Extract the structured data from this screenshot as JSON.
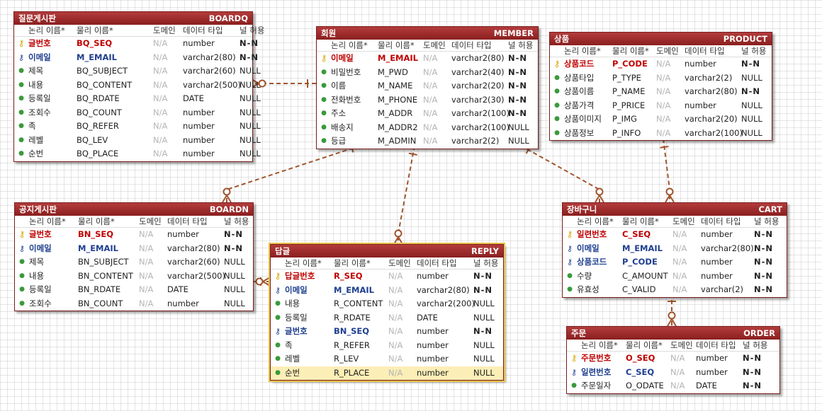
{
  "colors": {
    "header": "#9b2a2a",
    "relation": "#a0552d",
    "pk": "#c00000",
    "fk": "#1f3f8f"
  },
  "column_headers": [
    "논리 이름*",
    "물리 이름*",
    "도메인",
    "데이터 타입",
    "널 허용"
  ],
  "tables": [
    {
      "id": "boardq",
      "logical": "질문게시판",
      "physical": "BOARDQ",
      "rows": [
        {
          "icon": "key-icon",
          "logical": "글번호",
          "physical": "BQ_SEQ",
          "domain": "N/A",
          "type": "number",
          "nullable": "N-N",
          "style": "pk"
        },
        {
          "icon": "foreign-key-icon",
          "logical": "이메일",
          "physical": "M_EMAIL",
          "domain": "N/A",
          "type": "varchar2(80)",
          "nullable": "N-N",
          "style": "fk"
        },
        {
          "icon": "attribute-icon",
          "logical": "제목",
          "physical": "BQ_SUBJECT",
          "domain": "N/A",
          "type": "varchar2(60)",
          "nullable": "NULL",
          "style": ""
        },
        {
          "icon": "attribute-icon",
          "logical": "내용",
          "physical": "BQ_CONTENT",
          "domain": "N/A",
          "type": "varchar2(500)",
          "nullable": "NULL",
          "style": ""
        },
        {
          "icon": "attribute-icon",
          "logical": "등록일",
          "physical": "BQ_RDATE",
          "domain": "N/A",
          "type": "DATE",
          "nullable": "NULL",
          "style": ""
        },
        {
          "icon": "attribute-icon",
          "logical": "조회수",
          "physical": "BQ_COUNT",
          "domain": "N/A",
          "type": "number",
          "nullable": "NULL",
          "style": ""
        },
        {
          "icon": "attribute-icon",
          "logical": "족",
          "physical": "BQ_REFER",
          "domain": "N/A",
          "type": "number",
          "nullable": "NULL",
          "style": ""
        },
        {
          "icon": "attribute-icon",
          "logical": "레벨",
          "physical": "BQ_LEV",
          "domain": "N/A",
          "type": "number",
          "nullable": "NULL",
          "style": ""
        },
        {
          "icon": "attribute-icon",
          "logical": "순번",
          "physical": "BQ_PLACE",
          "domain": "N/A",
          "type": "number",
          "nullable": "NULL",
          "style": ""
        }
      ]
    },
    {
      "id": "member",
      "logical": "회원",
      "physical": "MEMBER",
      "rows": [
        {
          "icon": "key-icon",
          "logical": "이메일",
          "physical": "M_EMAIL",
          "domain": "N/A",
          "type": "varchar2(80)",
          "nullable": "N-N",
          "style": "pk"
        },
        {
          "icon": "attribute-icon",
          "logical": "비밀번호",
          "physical": "M_PWD",
          "domain": "N/A",
          "type": "varchar2(40)",
          "nullable": "N-N",
          "style": ""
        },
        {
          "icon": "attribute-icon",
          "logical": "이름",
          "physical": "M_NAME",
          "domain": "N/A",
          "type": "varchar2(20)",
          "nullable": "N-N",
          "style": ""
        },
        {
          "icon": "attribute-icon",
          "logical": "전화번호",
          "physical": "M_PHONE",
          "domain": "N/A",
          "type": "varchar2(30)",
          "nullable": "N-N",
          "style": ""
        },
        {
          "icon": "attribute-icon",
          "logical": "주소",
          "physical": "M_ADDR",
          "domain": "N/A",
          "type": "varchar2(100)",
          "nullable": "N-N",
          "style": ""
        },
        {
          "icon": "attribute-icon",
          "logical": "배송지",
          "physical": "M_ADDR2",
          "domain": "N/A",
          "type": "varchar2(100)",
          "nullable": "NULL",
          "style": ""
        },
        {
          "icon": "attribute-icon",
          "logical": "등급",
          "physical": "M_ADMIN",
          "domain": "N/A",
          "type": "varchar2(2)",
          "nullable": "NULL",
          "style": ""
        }
      ]
    },
    {
      "id": "product",
      "logical": "상품",
      "physical": "PRODUCT",
      "rows": [
        {
          "icon": "key-icon",
          "logical": "상품코드",
          "physical": "P_CODE",
          "domain": "N/A",
          "type": "number",
          "nullable": "N-N",
          "style": "pk"
        },
        {
          "icon": "attribute-icon",
          "logical": "상품타입",
          "physical": "P_TYPE",
          "domain": "N/A",
          "type": "varchar2(2)",
          "nullable": "NULL",
          "style": ""
        },
        {
          "icon": "attribute-icon",
          "logical": "상품이름",
          "physical": "P_NAME",
          "domain": "N/A",
          "type": "varchar2(80)",
          "nullable": "N-N",
          "style": ""
        },
        {
          "icon": "attribute-icon",
          "logical": "상품가격",
          "physical": "P_PRICE",
          "domain": "N/A",
          "type": "number",
          "nullable": "NULL",
          "style": ""
        },
        {
          "icon": "attribute-icon",
          "logical": "상품이미지",
          "physical": "P_IMG",
          "domain": "N/A",
          "type": "varchar2(20)",
          "nullable": "NULL",
          "style": ""
        },
        {
          "icon": "attribute-icon",
          "logical": "상품정보",
          "physical": "P_INFO",
          "domain": "N/A",
          "type": "varchar2(100)",
          "nullable": "NULL",
          "style": ""
        }
      ]
    },
    {
      "id": "boardn",
      "logical": "공지게시판",
      "physical": "BOARDN",
      "rows": [
        {
          "icon": "key-icon",
          "logical": "글번호",
          "physical": "BN_SEQ",
          "domain": "N/A",
          "type": "number",
          "nullable": "N-N",
          "style": "pk"
        },
        {
          "icon": "foreign-key-icon",
          "logical": "이메일",
          "physical": "M_EMAIL",
          "domain": "N/A",
          "type": "varchar2(80)",
          "nullable": "N-N",
          "style": "fk"
        },
        {
          "icon": "attribute-icon",
          "logical": "제목",
          "physical": "BN_SUBJECT",
          "domain": "N/A",
          "type": "varchar2(60)",
          "nullable": "NULL",
          "style": ""
        },
        {
          "icon": "attribute-icon",
          "logical": "내용",
          "physical": "BN_CONTENT",
          "domain": "N/A",
          "type": "varchar2(500)",
          "nullable": "NULL",
          "style": ""
        },
        {
          "icon": "attribute-icon",
          "logical": "등록일",
          "physical": "BN_RDATE",
          "domain": "N/A",
          "type": "DATE",
          "nullable": "NULL",
          "style": ""
        },
        {
          "icon": "attribute-icon",
          "logical": "조회수",
          "physical": "BN_COUNT",
          "domain": "N/A",
          "type": "number",
          "nullable": "NULL",
          "style": ""
        }
      ]
    },
    {
      "id": "reply",
      "logical": "답글",
      "physical": "REPLY",
      "rows": [
        {
          "icon": "key-icon",
          "logical": "답글번호",
          "physical": "R_SEQ",
          "domain": "N/A",
          "type": "number",
          "nullable": "N-N",
          "style": "pk"
        },
        {
          "icon": "foreign-key-icon",
          "logical": "이메일",
          "physical": "M_EMAIL",
          "domain": "N/A",
          "type": "varchar2(80)",
          "nullable": "N-N",
          "style": "fk"
        },
        {
          "icon": "attribute-icon",
          "logical": "내용",
          "physical": "R_CONTENT",
          "domain": "N/A",
          "type": "varchar2(200)",
          "nullable": "NULL",
          "style": ""
        },
        {
          "icon": "attribute-icon",
          "logical": "등록일",
          "physical": "R_RDATE",
          "domain": "N/A",
          "type": "DATE",
          "nullable": "NULL",
          "style": ""
        },
        {
          "icon": "foreign-key-icon",
          "logical": "글번호",
          "physical": "BN_SEQ",
          "domain": "N/A",
          "type": "number",
          "nullable": "N-N",
          "style": "fk"
        },
        {
          "icon": "attribute-icon",
          "logical": "족",
          "physical": "R_REFER",
          "domain": "N/A",
          "type": "number",
          "nullable": "NULL",
          "style": ""
        },
        {
          "icon": "attribute-icon",
          "logical": "레벨",
          "physical": "R_LEV",
          "domain": "N/A",
          "type": "number",
          "nullable": "NULL",
          "style": ""
        },
        {
          "icon": "attribute-icon",
          "logical": "순번",
          "physical": "R_PLACE",
          "domain": "N/A",
          "type": "number",
          "nullable": "NULL",
          "style": "hl"
        }
      ]
    },
    {
      "id": "cart",
      "logical": "장바구니",
      "physical": "CART",
      "rows": [
        {
          "icon": "key-icon",
          "logical": "일련번호",
          "physical": "C_SEQ",
          "domain": "N/A",
          "type": "number",
          "nullable": "N-N",
          "style": "pk"
        },
        {
          "icon": "foreign-key-icon",
          "logical": "이메일",
          "physical": "M_EMAIL",
          "domain": "N/A",
          "type": "varchar2(80)",
          "nullable": "N-N",
          "style": "fk"
        },
        {
          "icon": "foreign-key-icon",
          "logical": "상품코드",
          "physical": "P_CODE",
          "domain": "N/A",
          "type": "number",
          "nullable": "N-N",
          "style": "fk"
        },
        {
          "icon": "attribute-icon",
          "logical": "수량",
          "physical": "C_AMOUNT",
          "domain": "N/A",
          "type": "number",
          "nullable": "N-N",
          "style": ""
        },
        {
          "icon": "attribute-icon",
          "logical": "유효성",
          "physical": "C_VALID",
          "domain": "N/A",
          "type": "varchar(2)",
          "nullable": "N-N",
          "style": ""
        }
      ]
    },
    {
      "id": "order",
      "logical": "주문",
      "physical": "ORDER",
      "rows": [
        {
          "icon": "key-icon",
          "logical": "주문번호",
          "physical": "O_SEQ",
          "domain": "N/A",
          "type": "number",
          "nullable": "N-N",
          "style": "pk"
        },
        {
          "icon": "foreign-key-icon",
          "logical": "일련번호",
          "physical": "C_SEQ",
          "domain": "N/A",
          "type": "number",
          "nullable": "N-N",
          "style": "fk"
        },
        {
          "icon": "attribute-icon",
          "logical": "주문일자",
          "physical": "O_ODATE",
          "domain": "N/A",
          "type": "DATE",
          "nullable": "N-N",
          "style": ""
        }
      ]
    }
  ],
  "relations": [
    {
      "from": "member",
      "to": "boardq"
    },
    {
      "from": "member",
      "to": "boardn"
    },
    {
      "from": "member",
      "to": "reply"
    },
    {
      "from": "member",
      "to": "cart"
    },
    {
      "from": "product",
      "to": "cart"
    },
    {
      "from": "boardn",
      "to": "reply"
    },
    {
      "from": "cart",
      "to": "order"
    }
  ]
}
